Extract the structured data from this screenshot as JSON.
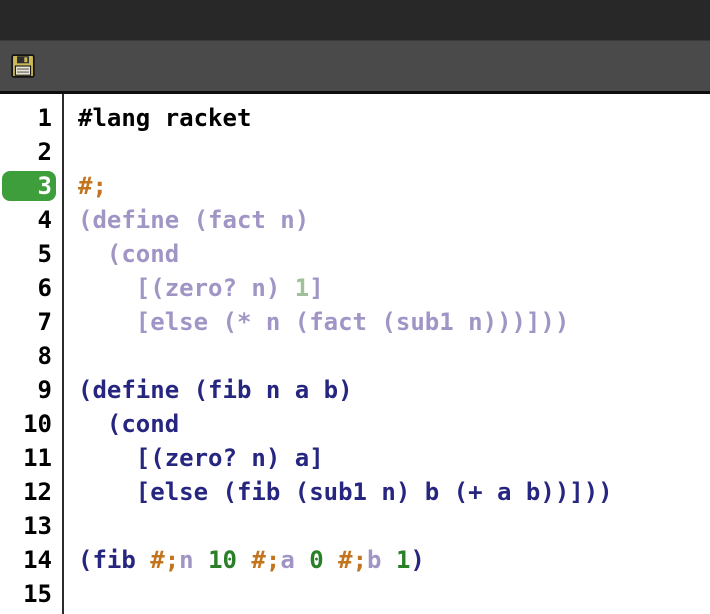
{
  "toolbar": {
    "icons": [
      {
        "name": "save-icon",
        "glyph": "floppy-disk"
      }
    ]
  },
  "colors": {
    "default": "#000000",
    "code": "#262680",
    "number": "#298026",
    "comment": "#c2741f",
    "muted": "#a095c5",
    "muted_number": "#9fc09a",
    "gutter_text": "#000000",
    "current_line_pill": "#3f9e3c",
    "titlebar_bg": "#282828",
    "toolbar_bg": "#4a4a4a",
    "editor_bg": "#ffffff"
  },
  "editor": {
    "line_count": 15,
    "current_line": 3,
    "lines": [
      {
        "num": 1,
        "highlighted": false,
        "segments": [
          {
            "t": "#lang racket",
            "c": "default"
          }
        ]
      },
      {
        "num": 2,
        "highlighted": false,
        "segments": []
      },
      {
        "num": 3,
        "highlighted": true,
        "segments": [
          {
            "t": "#;",
            "c": "comment"
          }
        ]
      },
      {
        "num": 4,
        "highlighted": false,
        "segments": [
          {
            "t": "(define (fact n)",
            "c": "muted"
          }
        ]
      },
      {
        "num": 5,
        "highlighted": false,
        "segments": [
          {
            "t": "  (cond",
            "c": "muted"
          }
        ]
      },
      {
        "num": 6,
        "highlighted": false,
        "segments": [
          {
            "t": "    [(zero? n) ",
            "c": "muted"
          },
          {
            "t": "1",
            "c": "muted_number"
          },
          {
            "t": "]",
            "c": "muted"
          }
        ]
      },
      {
        "num": 7,
        "highlighted": false,
        "segments": [
          {
            "t": "    [else (* n (fact (sub1 n)))]))",
            "c": "muted"
          }
        ]
      },
      {
        "num": 8,
        "highlighted": false,
        "segments": []
      },
      {
        "num": 9,
        "highlighted": false,
        "segments": [
          {
            "t": "(define (fib n a b)",
            "c": "code"
          }
        ]
      },
      {
        "num": 10,
        "highlighted": false,
        "segments": [
          {
            "t": "  (cond",
            "c": "code"
          }
        ]
      },
      {
        "num": 11,
        "highlighted": false,
        "segments": [
          {
            "t": "    [(zero? n) a]",
            "c": "code"
          }
        ]
      },
      {
        "num": 12,
        "highlighted": false,
        "segments": [
          {
            "t": "    [else (fib (sub1 n) b (+ a b))]))",
            "c": "code"
          }
        ]
      },
      {
        "num": 13,
        "highlighted": false,
        "segments": []
      },
      {
        "num": 14,
        "highlighted": false,
        "segments": [
          {
            "t": "(fib ",
            "c": "code"
          },
          {
            "t": "#;",
            "c": "comment"
          },
          {
            "t": "n ",
            "c": "muted"
          },
          {
            "t": "10 ",
            "c": "number"
          },
          {
            "t": "#;",
            "c": "comment"
          },
          {
            "t": "a ",
            "c": "muted"
          },
          {
            "t": "0 ",
            "c": "number"
          },
          {
            "t": "#;",
            "c": "comment"
          },
          {
            "t": "b ",
            "c": "muted"
          },
          {
            "t": "1",
            "c": "number"
          },
          {
            "t": ")",
            "c": "code"
          }
        ]
      },
      {
        "num": 15,
        "highlighted": false,
        "segments": []
      }
    ]
  }
}
